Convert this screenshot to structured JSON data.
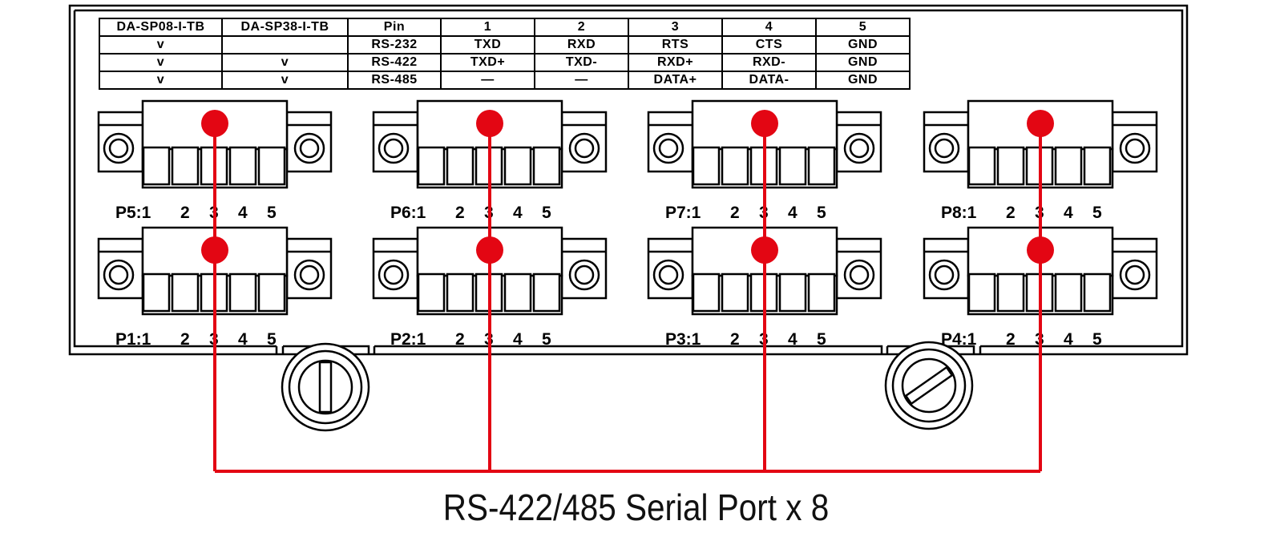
{
  "pin_table": {
    "columns": [
      "DA-SP08-I-TB",
      "DA-SP38-I-TB",
      "Pin",
      "1",
      "2",
      "3",
      "4",
      "5"
    ],
    "rows": [
      [
        "v",
        "",
        "RS-232",
        "TXD",
        "RXD",
        "RTS",
        "CTS",
        "GND"
      ],
      [
        "v",
        "v",
        "RS-422",
        "TXD+",
        "TXD-",
        "RXD+",
        "RXD-",
        "GND"
      ],
      [
        "v",
        "v",
        "RS-485",
        "—",
        "—",
        "DATA+",
        "DATA-",
        "GND"
      ]
    ]
  },
  "ports": [
    {
      "label": "P5:1",
      "row": "top",
      "col": 0
    },
    {
      "label": "P6:1",
      "row": "top",
      "col": 1
    },
    {
      "label": "P7:1",
      "row": "top",
      "col": 2
    },
    {
      "label": "P8:1",
      "row": "top",
      "col": 3
    },
    {
      "label": "P1:1",
      "row": "bottom",
      "col": 0
    },
    {
      "label": "P2:1",
      "row": "bottom",
      "col": 1
    },
    {
      "label": "P3:1",
      "row": "bottom",
      "col": 2
    },
    {
      "label": "P4:1",
      "row": "bottom",
      "col": 3
    }
  ],
  "pin_numbers": [
    "2",
    "3",
    "4",
    "5"
  ],
  "highlight_pin": 3,
  "highlight_color": "#e30613",
  "caption": "RS-422/485 Serial Port x 8"
}
